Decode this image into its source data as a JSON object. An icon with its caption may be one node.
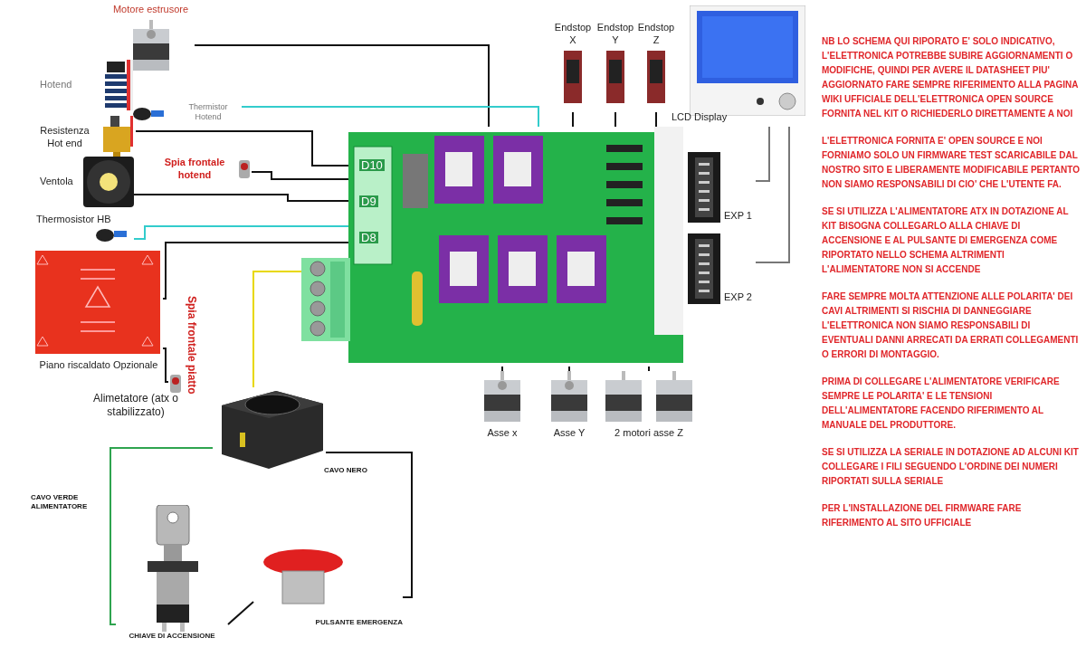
{
  "diagram": {
    "nodes": [
      {
        "text": [
          "Motore estrusore"
        ]
      },
      {
        "text": [
          "Hotend"
        ]
      },
      {
        "text": [
          "Thermistor Hotend"
        ]
      },
      {
        "text": [
          "Resistenza Hot end"
        ]
      },
      {
        "text": [
          "Spia frontale hotend"
        ]
      },
      {
        "text": [
          "Ventola"
        ]
      },
      {
        "text": [
          "Thermosistor HB"
        ]
      },
      {
        "text": [
          "Piano riscaldato Opzionale"
        ]
      },
      {
        "text": [
          "Spia frontale piatto"
        ]
      },
      {
        "text": [],
        "shape": "picture"
      },
      {
        "text": [
          "D10",
          "D9",
          "D8"
        ]
      },
      {
        "text": [],
        "shape": "picture"
      },
      {
        "text": [
          "Endstop X"
        ]
      },
      {
        "text": [
          "Endstop Y"
        ]
      },
      {
        "text": [
          "Endstop Z"
        ]
      },
      {
        "text": [
          "LCD Display"
        ]
      },
      {
        "text": [
          "EXP 1"
        ]
      },
      {
        "text": [
          "EXP 2"
        ]
      },
      {
        "text": [
          "Asse x"
        ]
      },
      {
        "text": [
          "Asse Y"
        ]
      },
      {
        "text": [
          "2 motori asse Z"
        ]
      },
      {
        "text": [
          "CHIAVE DI ACCENSIONE"
        ]
      },
      {
        "text": [
          "PULSANTE EMERGENZA"
        ]
      }
    ],
    "edges": [
      {
        "from": 0,
        "to": 10,
        "arrow": "none"
      },
      {
        "from": 2,
        "to": 10,
        "arrow": "none",
        "color": "#33cccc"
      },
      {
        "from": 3,
        "to": 10,
        "arrow": "none"
      },
      {
        "from": 4,
        "to": 10,
        "arrow": "none"
      },
      {
        "from": 5,
        "to": 10,
        "arrow": "none"
      },
      {
        "from": 6,
        "to": 10,
        "arrow": "none",
        "color": "#33cccc"
      },
      {
        "from": 7,
        "to": 10,
        "arrow": "none"
      },
      {
        "from": 8,
        "to": 7,
        "arrow": "none"
      },
      {
        "from": 9,
        "to": 11,
        "arrow": "none",
        "color": "#e8d800"
      },
      {
        "from": 9,
        "to": 21,
        "arrow": "none",
        "label": "CAVO VERDE ALIMENTATORE",
        "color": "#2ea44f"
      },
      {
        "from": 9,
        "to": 22,
        "arrow": "none",
        "label": "CAVO NERO"
      },
      {
        "from": 21,
        "to": 22,
        "arrow": "none"
      },
      {
        "from": 12,
        "to": 10,
        "arrow": "none"
      },
      {
        "from": 13,
        "to": 10,
        "arrow": "none"
      },
      {
        "from": 14,
        "to": 10,
        "arrow": "none"
      },
      {
        "from": 15,
        "to": 16,
        "arrow": "none",
        "color": "#777777"
      },
      {
        "from": 15,
        "to": 17,
        "arrow": "none",
        "color": "#777777"
      },
      {
        "from": 18,
        "to": 10,
        "arrow": "none"
      },
      {
        "from": 19,
        "to": 10,
        "arrow": "none"
      },
      {
        "from": 20,
        "to": 10,
        "arrow": "none"
      }
    ],
    "labels": [
      "Alimetatore (atx o stabilizzato)",
      "NB LO SCHEMA QUI RIPORATO E' SOLO INDICATIVO, L'ELETTRONICA POTREBBE SUBIRE AGGIORNAMENTI O MODIFICHE, QUINDI PER AVERE IL DATASHEET PIU' AGGIORNATO FARE SEMPRE RIFERIMENTO ALLA PAGINA WIKI UFFICIALE DELL'ELETTRONICA OPEN SOURCE FORNITA NEL KIT O RICHIEDERLO DIRETTAMENTE A NOI",
      "L'ELETTRONICA FORNITA E' OPEN SOURCE E NOI FORNIAMO SOLO UN FIRMWARE TEST SCARICABILE DAL NOSTRO SITO E LIBERAMENTE MODIFICABILE PERTANTO NON SIAMO RESPONSABILI DI CIO' CHE L'UTENTE FA.",
      "SE SI UTILIZZA L'ALIMENTATORE ATX IN DOTAZIONE AL KIT BISOGNA COLLEGARLO ALLA CHIAVE DI ACCENSIONE E AL PULSANTE DI EMERGENZA COME RIPORTATO NELLO SCHEMA ALTRIMENTI L'ALIMENTATORE NON SI ACCENDE",
      "FARE SEMPRE MOLTA ATTENZIONE ALLE POLARITA' DEI CAVI ALTRIMENTI SI RISCHIA DI DANNEGGIARE L'ELETTRONICA NON SIAMO RESPONSABILI DI EVENTUALI DANNI ARRECATI DA ERRATI COLLEGAMENTI O ERRORI DI MONTAGGIO.",
      "PRIMA DI COLLEGARE L'ALIMENTATORE VERIFICARE SEMPRE LE POLARITA' E LE TENSIONI DELL'ALIMENTATORE FACENDO RIFERIMENTO AL MANUALE DEL PRODUTTORE.",
      "SE SI UTILIZZA LA SERIALE IN DOTAZIONE AD ALCUNI KIT COLLEGARE I FILI SEGUENDO L'ORDINE DEI NUMERI RIPORTATI SULLA SERIALE",
      "PER L'INSTALLAZIONE DEL FIRMWARE FARE RIFERIMENTO AL SITO UFFICIALE"
    ]
  }
}
